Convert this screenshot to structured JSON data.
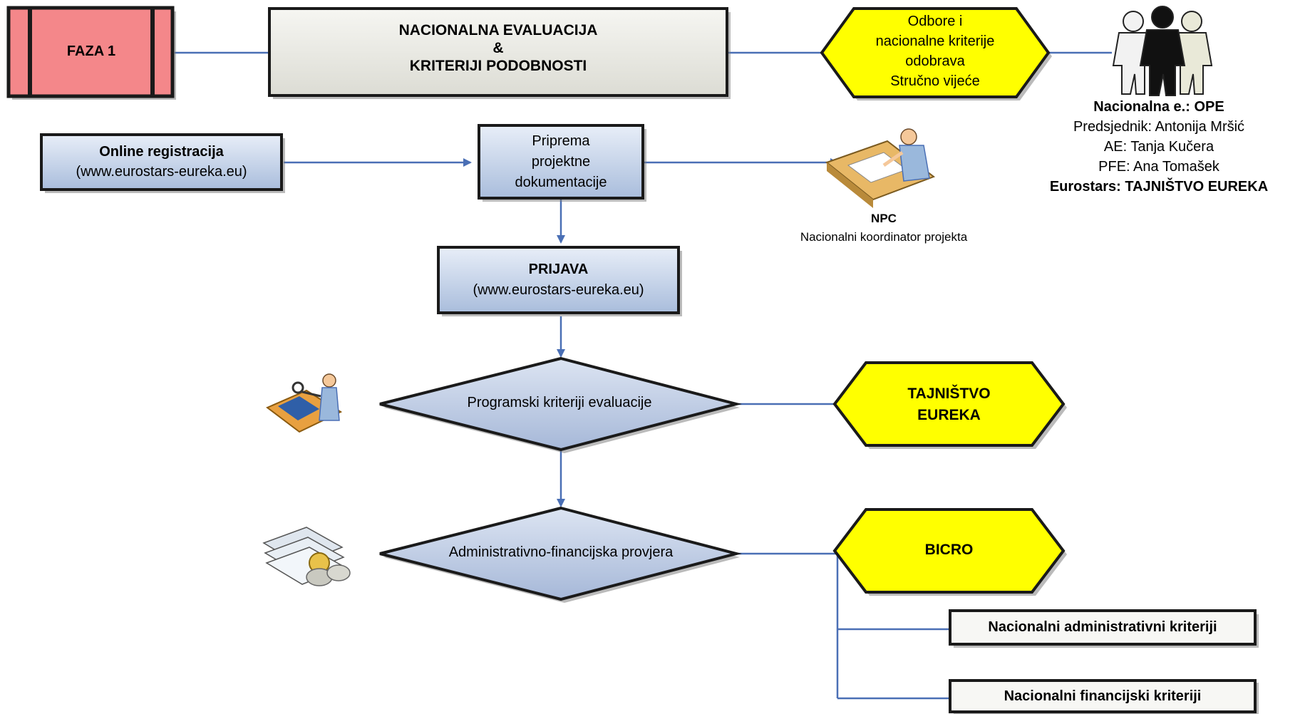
{
  "phase": {
    "label": "FAZA 1"
  },
  "header": {
    "line1": "NACIONALNA EVALUACIJA",
    "line2": "&",
    "line3": "KRITERIJI PODOBNOSTI"
  },
  "approval": {
    "line1": "Odbore i",
    "line2": "nacionalne kriterije",
    "line3": "odobrava",
    "line4": "Stručno vijeće"
  },
  "people": {
    "title": "Nacionalna e.: OPE",
    "line1": "Predsjednik: Antonija Mršić",
    "line2": "AE: Tanja Kučera",
    "line3": "PFE: Ana Tomašek",
    "line4": "Eurostars: TAJNIŠTVO EUREKA"
  },
  "online": {
    "title": "Online registracija",
    "url": "(www.eurostars-eureka.eu)"
  },
  "prep": {
    "line1": "Priprema",
    "line2": "projektne",
    "line3": "dokumentacije"
  },
  "npc": {
    "title": "NPC",
    "subtitle": "Nacionalni koordinator projekta"
  },
  "application": {
    "title": "PRIJAVA",
    "url": "(www.eurostars-eureka.eu)"
  },
  "program_criteria": {
    "label": "Programski kriteriji evaluacije"
  },
  "secretariat": {
    "line1": "TAJNIŠTVO",
    "line2": "EUREKA"
  },
  "admin_check": {
    "label": "Administrativno-financijska provjera"
  },
  "bicro": {
    "label": "BICRO"
  },
  "criteria": {
    "admin": "Nacionalni administrativni kriteriji",
    "financial": "Nacionalni financijski kriteriji"
  },
  "colors": {
    "phase_fill": "#f4878a",
    "header_fill": "#ebebe6",
    "process_fill": "#c5d3ea",
    "hex_fill": "#ffff00",
    "connector": "#4a6fb5",
    "border": "#1a1a1a"
  }
}
